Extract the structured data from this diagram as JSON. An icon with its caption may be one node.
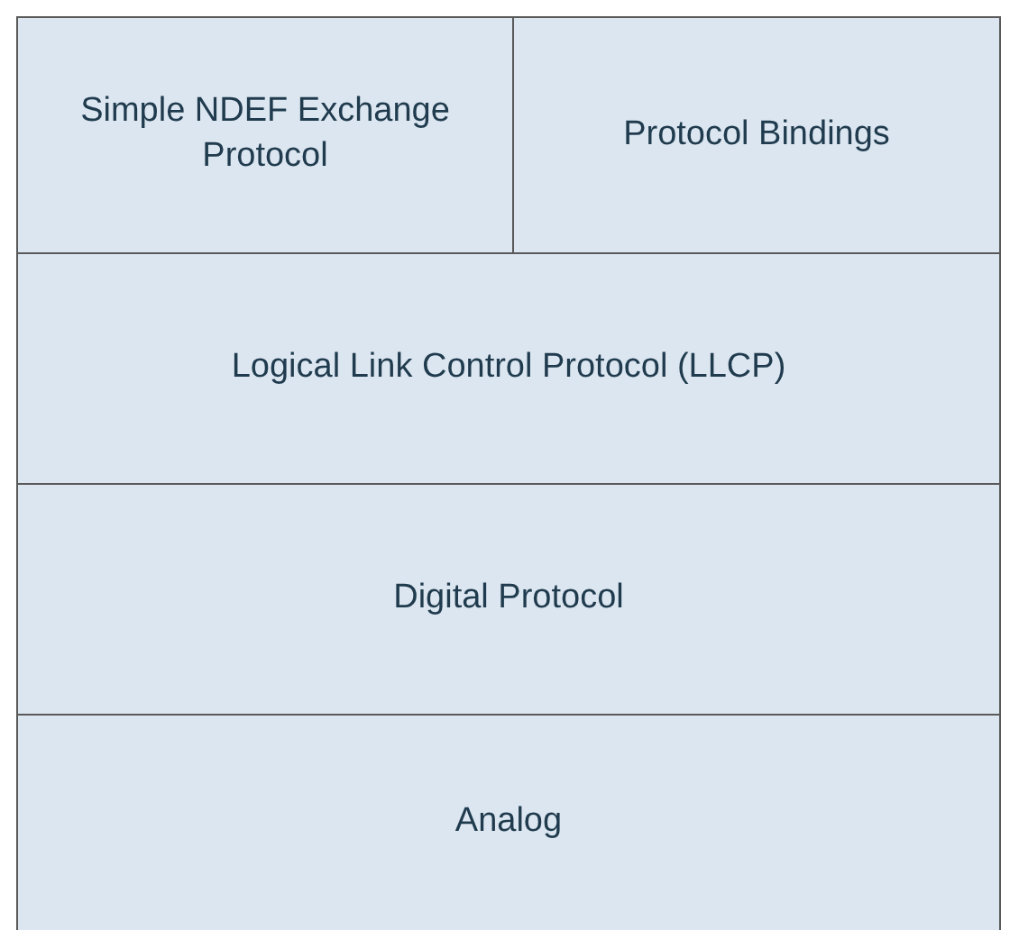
{
  "diagram": {
    "nodes": [
      {
        "text": [
          "Simple NDEF Exchange Protocol"
        ]
      },
      {
        "text": [
          "Protocol Bindings"
        ]
      },
      {
        "text": [
          "Logical Link Control Protocol (LLCP)"
        ]
      },
      {
        "text": [
          "Digital Protocol"
        ]
      },
      {
        "text": [
          "Analog"
        ]
      }
    ]
  }
}
